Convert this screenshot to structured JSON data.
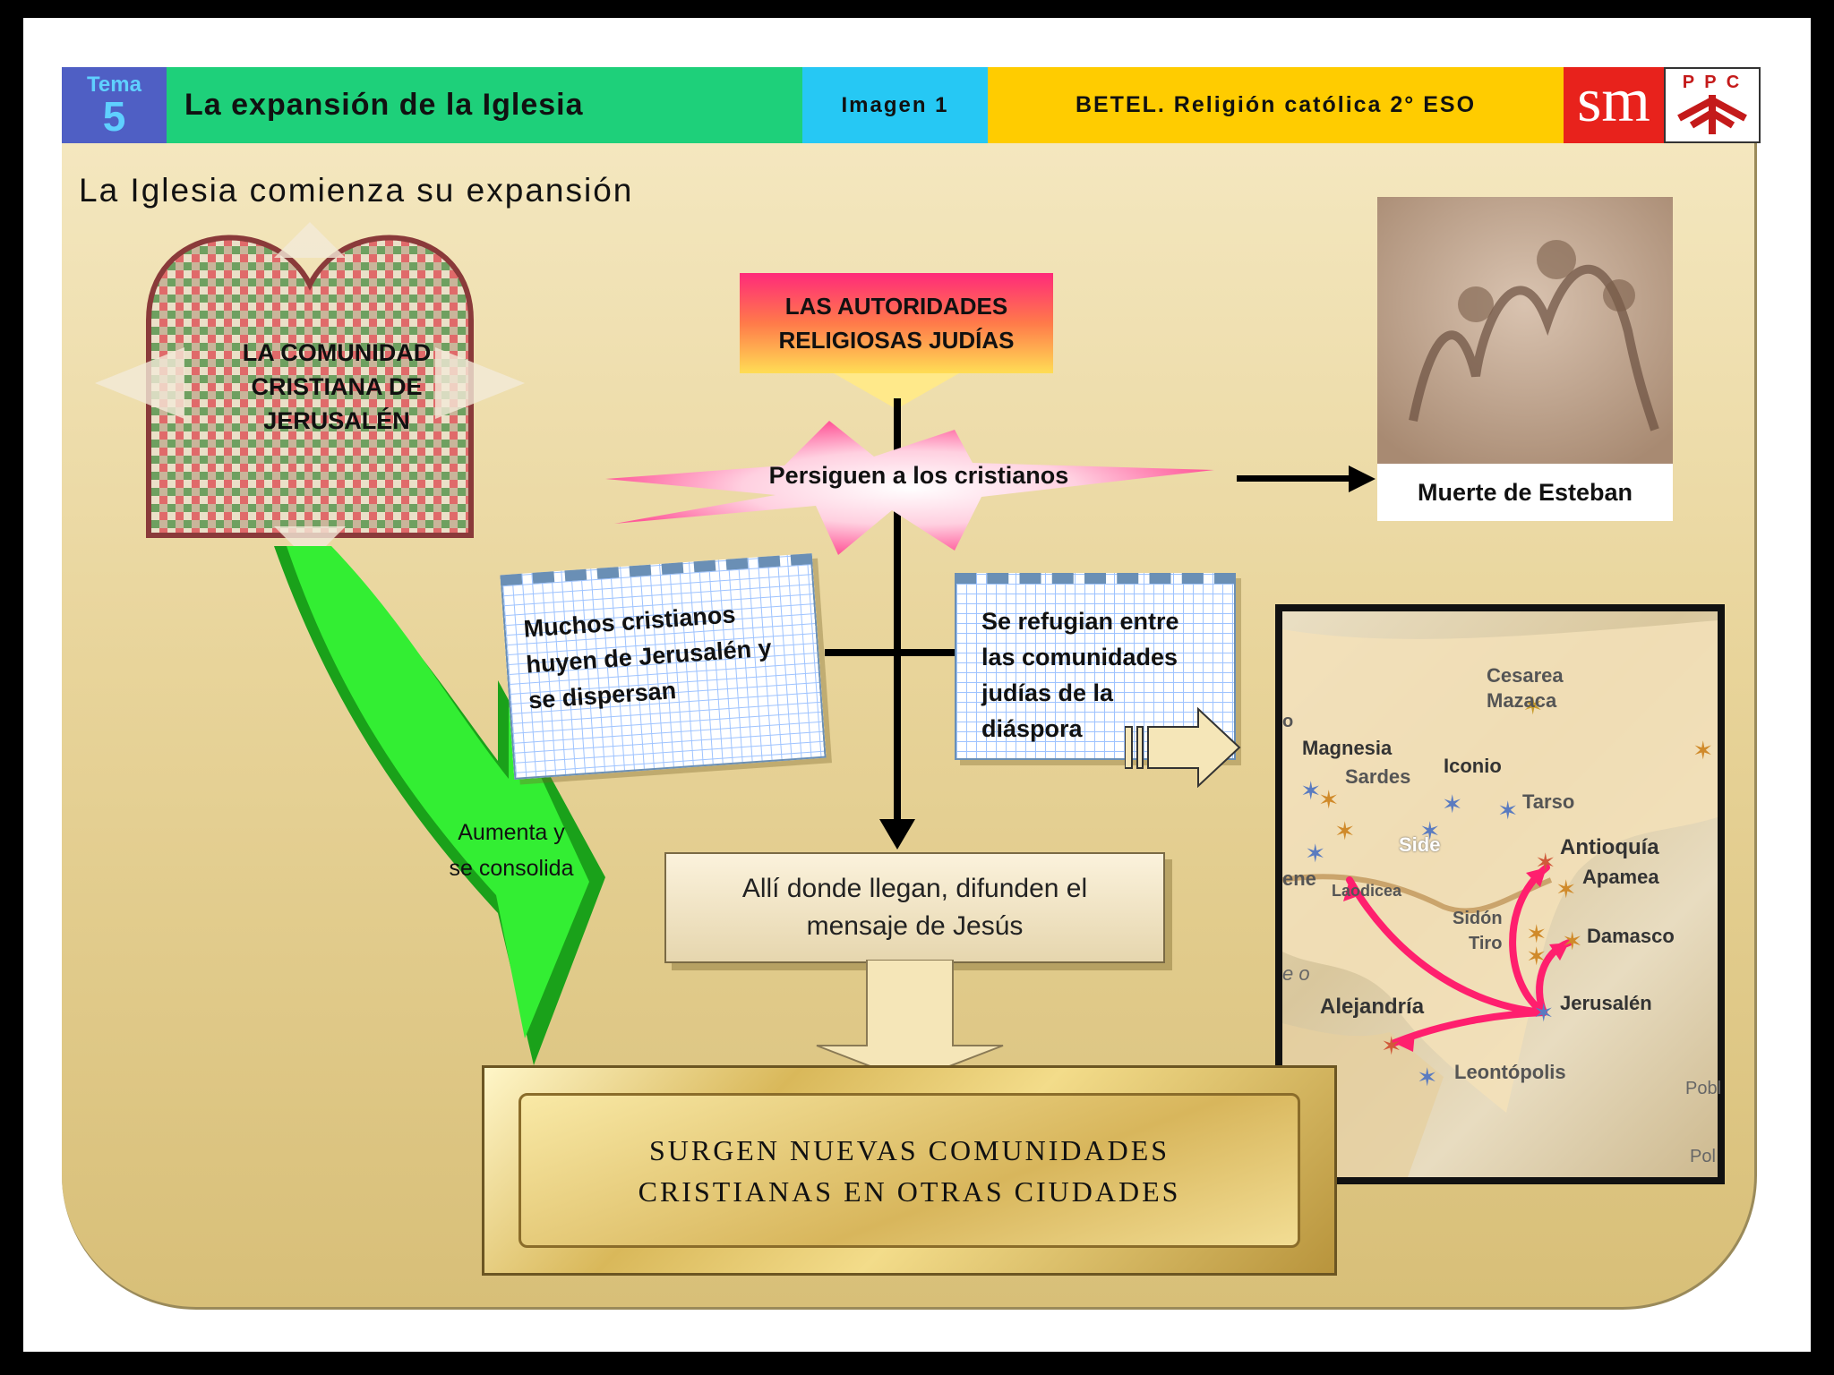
{
  "header": {
    "tema_label": "Tema",
    "tema_number": "5",
    "title": "La expansión de la Iglesia",
    "image_label": "Imagen 1",
    "course": "BETEL. Religión católica 2° ESO",
    "logo_sm": "sm",
    "logo_ppc": "P P C",
    "colors": {
      "tema": "#4f5fc4",
      "title": "#1ed07a",
      "image": "#26c8f4",
      "course": "#ffcc00",
      "sm": "#e8221c"
    }
  },
  "slide": {
    "subtitle": "La Iglesia comienza su expansión"
  },
  "diagram": {
    "community": "LA COMUNIDAD CRISTIANA DE JERUSALÉN",
    "authorities": "LAS AUTORIDADES RELIGIOSAS JUDÍAS",
    "persecution": "Persiguen a los cristianos",
    "stephen_caption": "Muerte de Esteban",
    "flee_note": "Muchos cristianos huyen de Jerusalén y se dispersan",
    "refuge_note": "Se refugian entre las comunidades judías de la diáspora",
    "spread_scroll": "Allí donde llegan, difunden el mensaje de Jesús",
    "grow_label": "Aumenta y se consolida",
    "result_plaque": "SURGEN NUEVAS COMUNIDADES CRISTIANAS EN OTRAS CIUDADES"
  },
  "map": {
    "places": [
      "Cesarea Mazaca",
      "Magnesia",
      "Sardes",
      "Iconio",
      "Tarso",
      "Side",
      "Antioquía",
      "Apamea",
      "Laodicea",
      "Sidón",
      "Tiro",
      "Damasco",
      "Alejandría",
      "Jerusalén",
      "Leontópolis",
      "Pobl",
      "Pol",
      "ene",
      "o",
      "e o"
    ],
    "arrow_color": "#ff1f6e"
  }
}
